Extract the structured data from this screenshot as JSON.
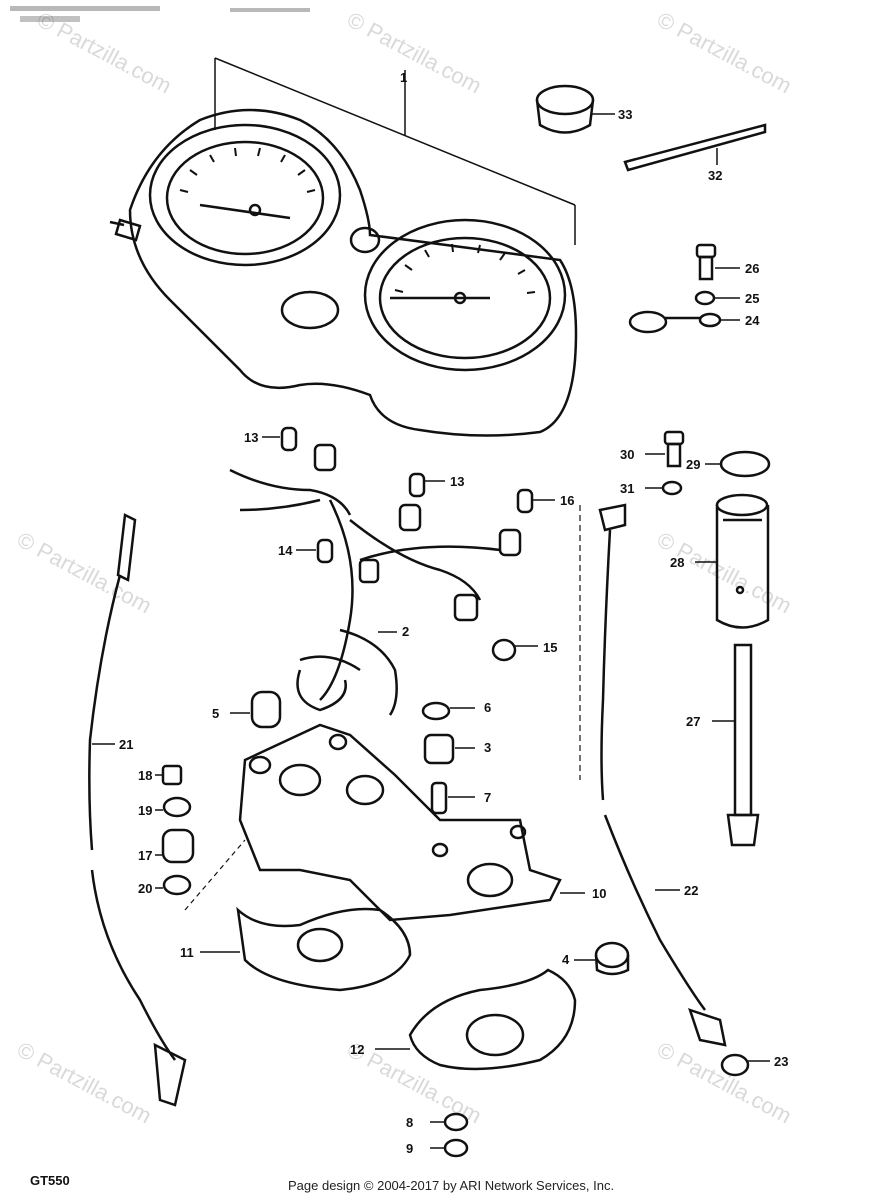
{
  "model_label": "GT550",
  "copyright": "Page design © 2004-2017 by ARI Network Services, Inc.",
  "watermark": "© Partzilla.com",
  "callouts": [
    "1",
    "2",
    "3",
    "4",
    "5",
    "6",
    "7",
    "8",
    "9",
    "10",
    "11",
    "12",
    "13",
    "13",
    "14",
    "15",
    "16",
    "17",
    "18",
    "19",
    "20",
    "21",
    "22",
    "23",
    "24",
    "25",
    "26",
    "27",
    "28",
    "29",
    "30",
    "31",
    "32",
    "33"
  ]
}
